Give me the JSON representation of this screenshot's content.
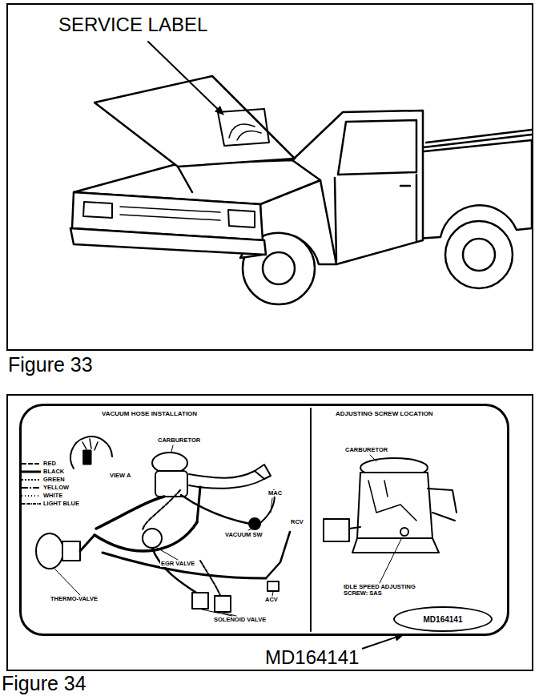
{
  "diagram": {
    "nodes": [
      {
        "text": [
          "Figure 33"
        ]
      },
      {
        "text": [
          "Figure 34"
        ]
      },
      {
        "text": [
          "VACUUM HOSE INSTALLATION",
          "ADJUSTING SCREW LOCATION"
        ],
        "in": 1
      },
      {
        "text": [
          "MD164141"
        ],
        "in": 2
      }
    ],
    "labels": [
      "SERVICE LABEL",
      "CARBURETOR",
      "VIEW A",
      "MAC",
      "VACUUM SW",
      "RCV",
      "EGR VALVE",
      "THERMO-VALVE",
      "ACV",
      "SOLENOID VALVE",
      "CARBURETOR",
      "IDLE SPEED ADJUSTING SCREW: SAS",
      "MD164141"
    ],
    "legend": [
      {
        "text": "RED"
      },
      {
        "text": "BLACK"
      },
      {
        "text": "GREEN"
      },
      {
        "text": "YELLOW"
      },
      {
        "text": "WHITE"
      },
      {
        "text": "LIGHT BLUE"
      }
    ]
  }
}
